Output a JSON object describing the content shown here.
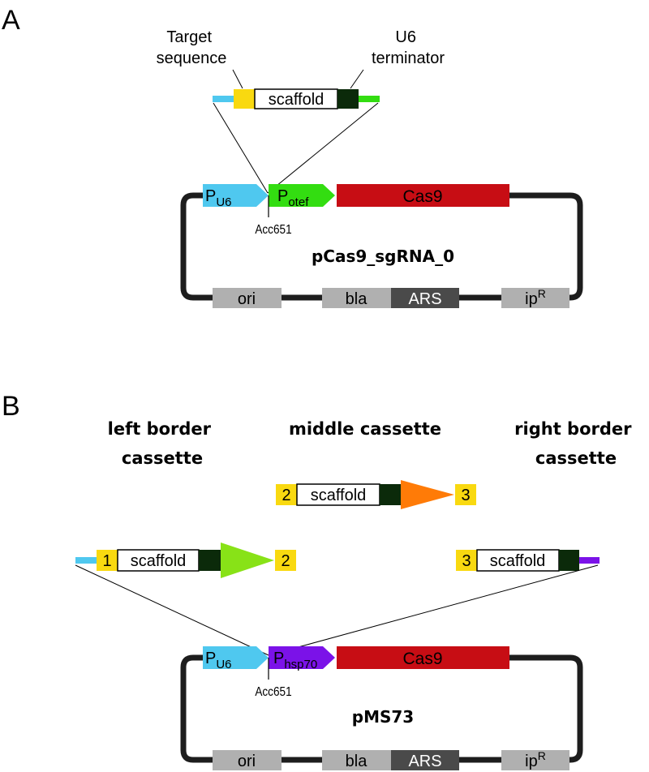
{
  "panelA": {
    "letter": "A",
    "target_label_line1": "Target",
    "target_label_line2": "sequence",
    "u6_label_line1": "U6",
    "u6_label_line2": "terminator",
    "scaffold": "scaffold",
    "promoter_u6_main": "P",
    "promoter_u6_sub": "U6",
    "promoter_otef_main": "P",
    "promoter_otef_sub": "otef",
    "cas9": "Cas9",
    "site": "Acc651",
    "plasmid_name": "pCas9_sgRNA_0",
    "ori": "ori",
    "bla": "bla",
    "ars": "ARS",
    "ip_main": "ip",
    "ip_sup": "R"
  },
  "panelB": {
    "letter": "B",
    "left_title_line1": "left border",
    "left_title_line2": "cassette",
    "middle_title": "middle cassette",
    "right_title_line1": "right border",
    "right_title_line2": "cassette",
    "mid_num_left": "2",
    "mid_num_right": "3",
    "left_num_left": "1",
    "left_num_right": "2",
    "right_num_left": "3",
    "scaffold": "scaffold",
    "promoter_u6_main": "P",
    "promoter_u6_sub": "U6",
    "promoter_hsp_main": "P",
    "promoter_hsp_sub": "hsp70",
    "cas9": "Cas9",
    "site": "Acc651",
    "plasmid_name": "pMS73",
    "ori": "ori",
    "bla": "bla",
    "ars": "ARS",
    "ip_main": "ip",
    "ip_sup": "R"
  },
  "colors": {
    "light_blue": "#4fc8ef",
    "green": "#33dd11",
    "red": "#c70d14",
    "yellow": "#f9d910",
    "dark_green": "#0b2a0a",
    "grey": "#b0b0b0",
    "dark_grey": "#4a4a4a",
    "purple": "#7b12e8",
    "orange": "#ff7b07",
    "lime": "#88e217",
    "backbone": "#1d1d1d"
  }
}
